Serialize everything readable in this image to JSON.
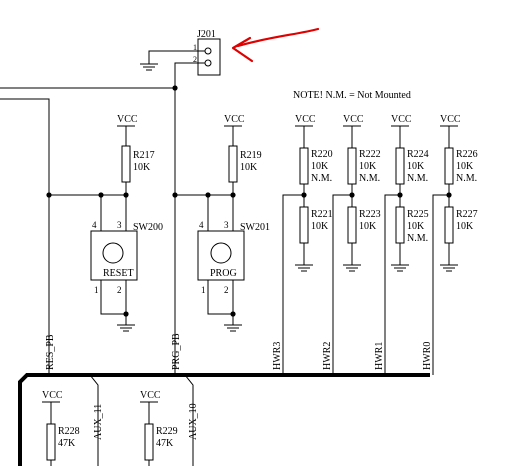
{
  "connector": {
    "ref": "J201",
    "pin1": "1",
    "pin2": "2"
  },
  "note": "NOTE!   N.M. = Not Mounted",
  "supply_label": "VCC",
  "resistors": {
    "r217": {
      "ref": "R217",
      "value": "10K",
      "mount": ""
    },
    "r219": {
      "ref": "R219",
      "value": "10K",
      "mount": ""
    },
    "r220": {
      "ref": "R220",
      "value": "10K",
      "mount": "N.M."
    },
    "r221": {
      "ref": "R221",
      "value": "10K",
      "mount": ""
    },
    "r222": {
      "ref": "R222",
      "value": "10K",
      "mount": "N.M."
    },
    "r223": {
      "ref": "R223",
      "value": "10K",
      "mount": ""
    },
    "r224": {
      "ref": "R224",
      "value": "10K",
      "mount": "N.M."
    },
    "r225": {
      "ref": "R225",
      "value": "10K",
      "mount": "N.M."
    },
    "r226": {
      "ref": "R226",
      "value": "10K",
      "mount": "N.M."
    },
    "r227": {
      "ref": "R227",
      "value": "10K",
      "mount": ""
    },
    "r228": {
      "ref": "R228",
      "value": "47K",
      "mount": ""
    },
    "r229": {
      "ref": "R229",
      "value": "47K",
      "mount": ""
    }
  },
  "switches": {
    "sw200": {
      "ref": "SW200",
      "label": "RESET",
      "pins": [
        "1",
        "2",
        "3",
        "4"
      ]
    },
    "sw201": {
      "ref": "SW201",
      "label": "PROG",
      "pins": [
        "1",
        "2",
        "3",
        "4"
      ]
    }
  },
  "nets": {
    "res_pb": "RES_PB",
    "prg_pb": "PRG_PB",
    "hwr3": "HWR3",
    "hwr2": "HWR2",
    "hwr1": "HWR1",
    "hwr0": "HWR0",
    "aux11": "AUX_11",
    "aux10": "AUX_10"
  },
  "colors": {
    "wire": "#000000",
    "annotation_arrow": "#e00000",
    "background": "#ffffff"
  }
}
